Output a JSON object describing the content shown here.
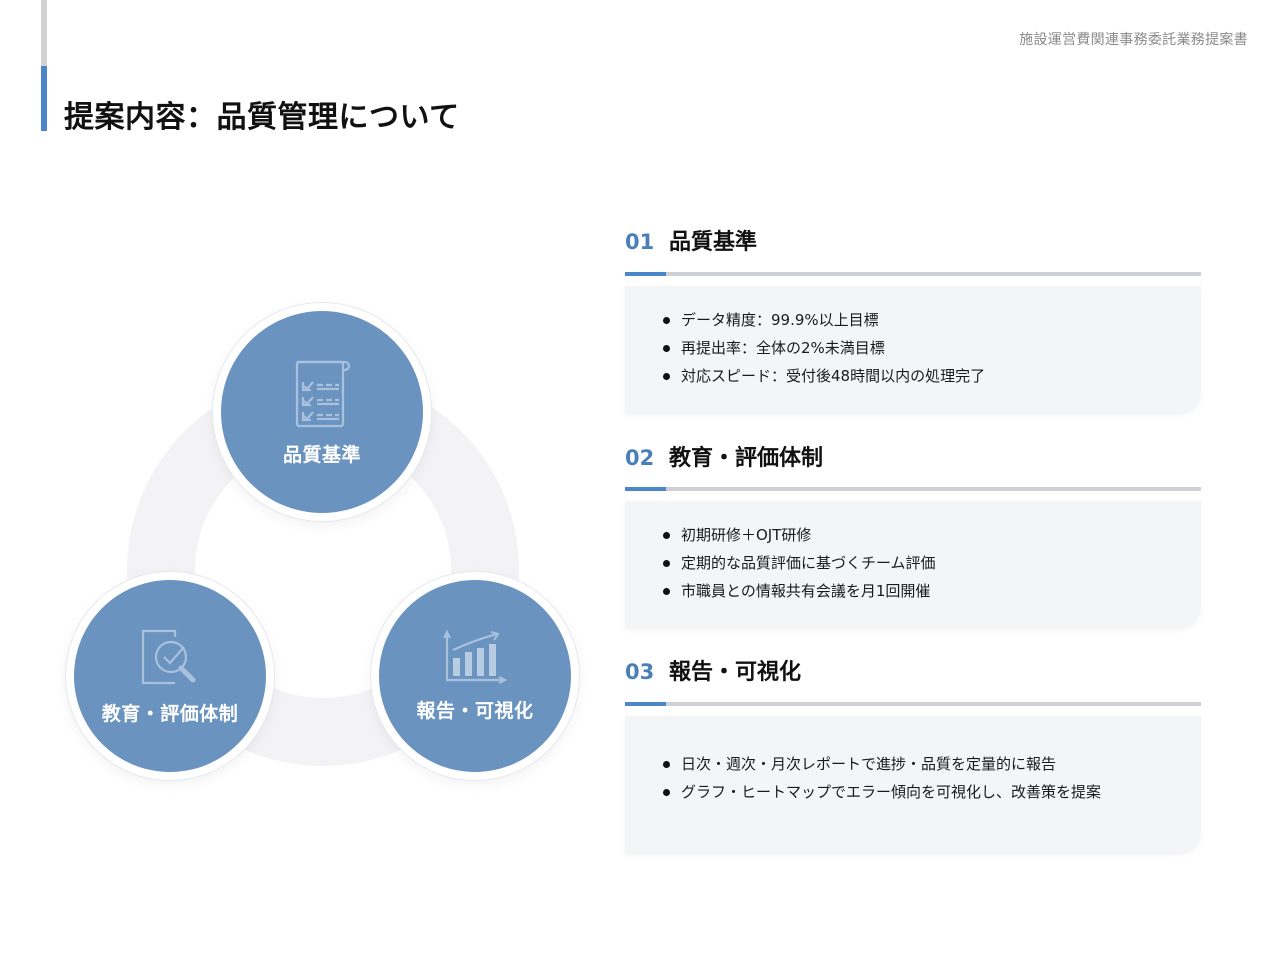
{
  "header": {
    "document_title": "施設運営費関連事務委託業務提案書",
    "page_title": "提案内容：品質管理について"
  },
  "colors": {
    "accent": "#4a86c8",
    "node_fill": "#6a93c0",
    "number": "#4a7fb8",
    "card_bg": "#f4f5f7"
  },
  "diagram": {
    "nodes": [
      {
        "label": "品質基準",
        "icon": "checklist-icon"
      },
      {
        "label": "教育・評価体制",
        "icon": "document-magnifier-check-icon"
      },
      {
        "label": "報告・可視化",
        "icon": "bar-chart-growth-icon"
      }
    ]
  },
  "sections": [
    {
      "number": "01",
      "title": "品質基準",
      "items": [
        " データ精度：99.9%以上目標",
        "再提出率：全体の2%未満目標",
        "対応スピード：受付後48時間以内の処理完了"
      ]
    },
    {
      "number": "02",
      "title": "教育・評価体制",
      "items": [
        "初期研修＋OJT研修",
        "定期的な品質評価に基づくチーム評価",
        "市職員との情報共有会議を月1回開催"
      ]
    },
    {
      "number": "03",
      "title": "報告・可視化",
      "items": [
        "日次・週次・月次レポートで進捗・品質を定量的に報告",
        "グラフ・ヒートマップでエラー傾向を可視化し、改善策を提案"
      ]
    }
  ]
}
